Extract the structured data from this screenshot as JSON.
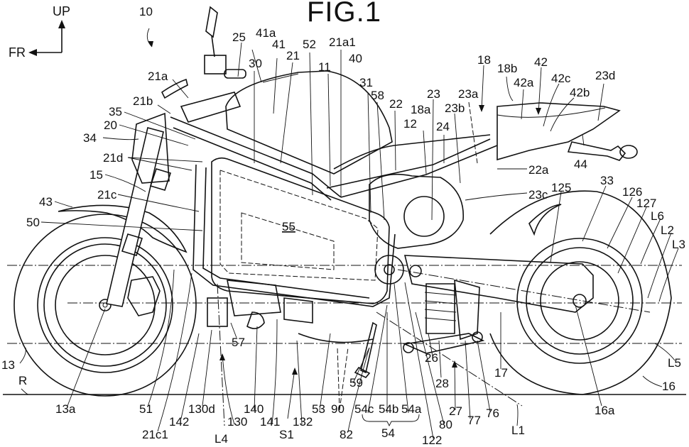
{
  "figure": {
    "title": "FIG.1",
    "subject": "Electric motorcycle, left side view"
  },
  "orientation": {
    "up_label": "UP",
    "front_label": "FR"
  },
  "reference_labels": [
    "10",
    "25",
    "41a",
    "41",
    "21",
    "52",
    "21a1",
    "40",
    "30",
    "11",
    "31",
    "58",
    "22",
    "18a",
    "23",
    "23a",
    "23b",
    "12",
    "24",
    "18",
    "18b",
    "42",
    "42a",
    "42c",
    "42b",
    "23d",
    "44",
    "22a",
    "23c",
    "21a",
    "21b",
    "35",
    "20",
    "34",
    "21d",
    "15",
    "21c",
    "43",
    "50",
    "55",
    "125",
    "33",
    "126",
    "127",
    "L6",
    "L2",
    "L3",
    "13",
    "13a",
    "R",
    "51",
    "21c1",
    "142",
    "130d",
    "L4",
    "130",
    "57",
    "140",
    "141",
    "S1",
    "132",
    "53",
    "90",
    "82",
    "59",
    "54c",
    "54b",
    "54a",
    "54",
    "122",
    "80",
    "26",
    "28",
    "27",
    "77",
    "76",
    "17",
    "L1",
    "16a",
    "16",
    "L5"
  ],
  "labels": {
    "l10": "10",
    "l25": "25",
    "l41a": "41a",
    "l41": "41",
    "l21": "21",
    "l52": "52",
    "l21a1": "21a1",
    "l40": "40",
    "l30": "30",
    "l11": "11",
    "l31": "31",
    "l58": "58",
    "l22": "22",
    "l18a": "18a",
    "l23": "23",
    "l23a": "23a",
    "l23b": "23b",
    "l12": "12",
    "l24": "24",
    "l18": "18",
    "l18b": "18b",
    "l42": "42",
    "l42a": "42a",
    "l42c": "42c",
    "l42b": "42b",
    "l23d": "23d",
    "l44": "44",
    "l22a": "22a",
    "l23c": "23c",
    "l21a": "21a",
    "l21b": "21b",
    "l35": "35",
    "l20": "20",
    "l34": "34",
    "l21d": "21d",
    "l15": "15",
    "l21c": "21c",
    "l43": "43",
    "l50": "50",
    "l55": "55",
    "l125": "125",
    "l33": "33",
    "l126": "126",
    "l127": "127",
    "lL6": "L6",
    "lL2": "L2",
    "lL3": "L3",
    "l13": "13",
    "l13a": "13a",
    "lR": "R",
    "l51": "51",
    "l21c1": "21c1",
    "l142": "142",
    "l130d": "130d",
    "lL4": "L4",
    "l130": "130",
    "l57": "57",
    "l140": "140",
    "l141": "141",
    "lS1": "S1",
    "l132": "132",
    "l53": "53",
    "l90": "90",
    "l82": "82",
    "l59": "59",
    "l54c": "54c",
    "l54b": "54b",
    "l54a": "54a",
    "l54": "54",
    "l122": "122",
    "l80": "80",
    "l26": "26",
    "l28": "28",
    "l27": "27",
    "l77": "77",
    "l76": "76",
    "l17": "17",
    "lL1": "L1",
    "l16a": "16a",
    "l16": "16",
    "lL5": "L5"
  }
}
